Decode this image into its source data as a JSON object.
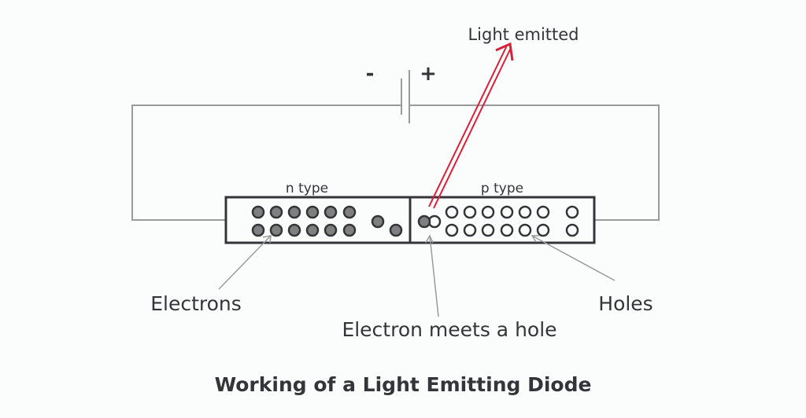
{
  "title": "Working of a Light Emitting Diode",
  "battery": {
    "negative_label": "-",
    "positive_label": "+"
  },
  "emission_label": "Light emitted",
  "regions": {
    "n": {
      "label": "n type"
    },
    "p": {
      "label": "p type"
    }
  },
  "callouts": {
    "electrons": "Electrons",
    "holes": "Holes",
    "junction": "Electron meets a hole"
  },
  "particles": {
    "n_region_electron_count": 14,
    "p_region_hole_count": 14,
    "junction_pair": [
      "electron",
      "hole"
    ]
  },
  "colors": {
    "text": "#333538",
    "wire": "#9a9a9a",
    "box_border": "#333538",
    "electron_fill": "#7f7f7f",
    "light_arrow": "#d9203a",
    "background": "#fbfdfd"
  }
}
